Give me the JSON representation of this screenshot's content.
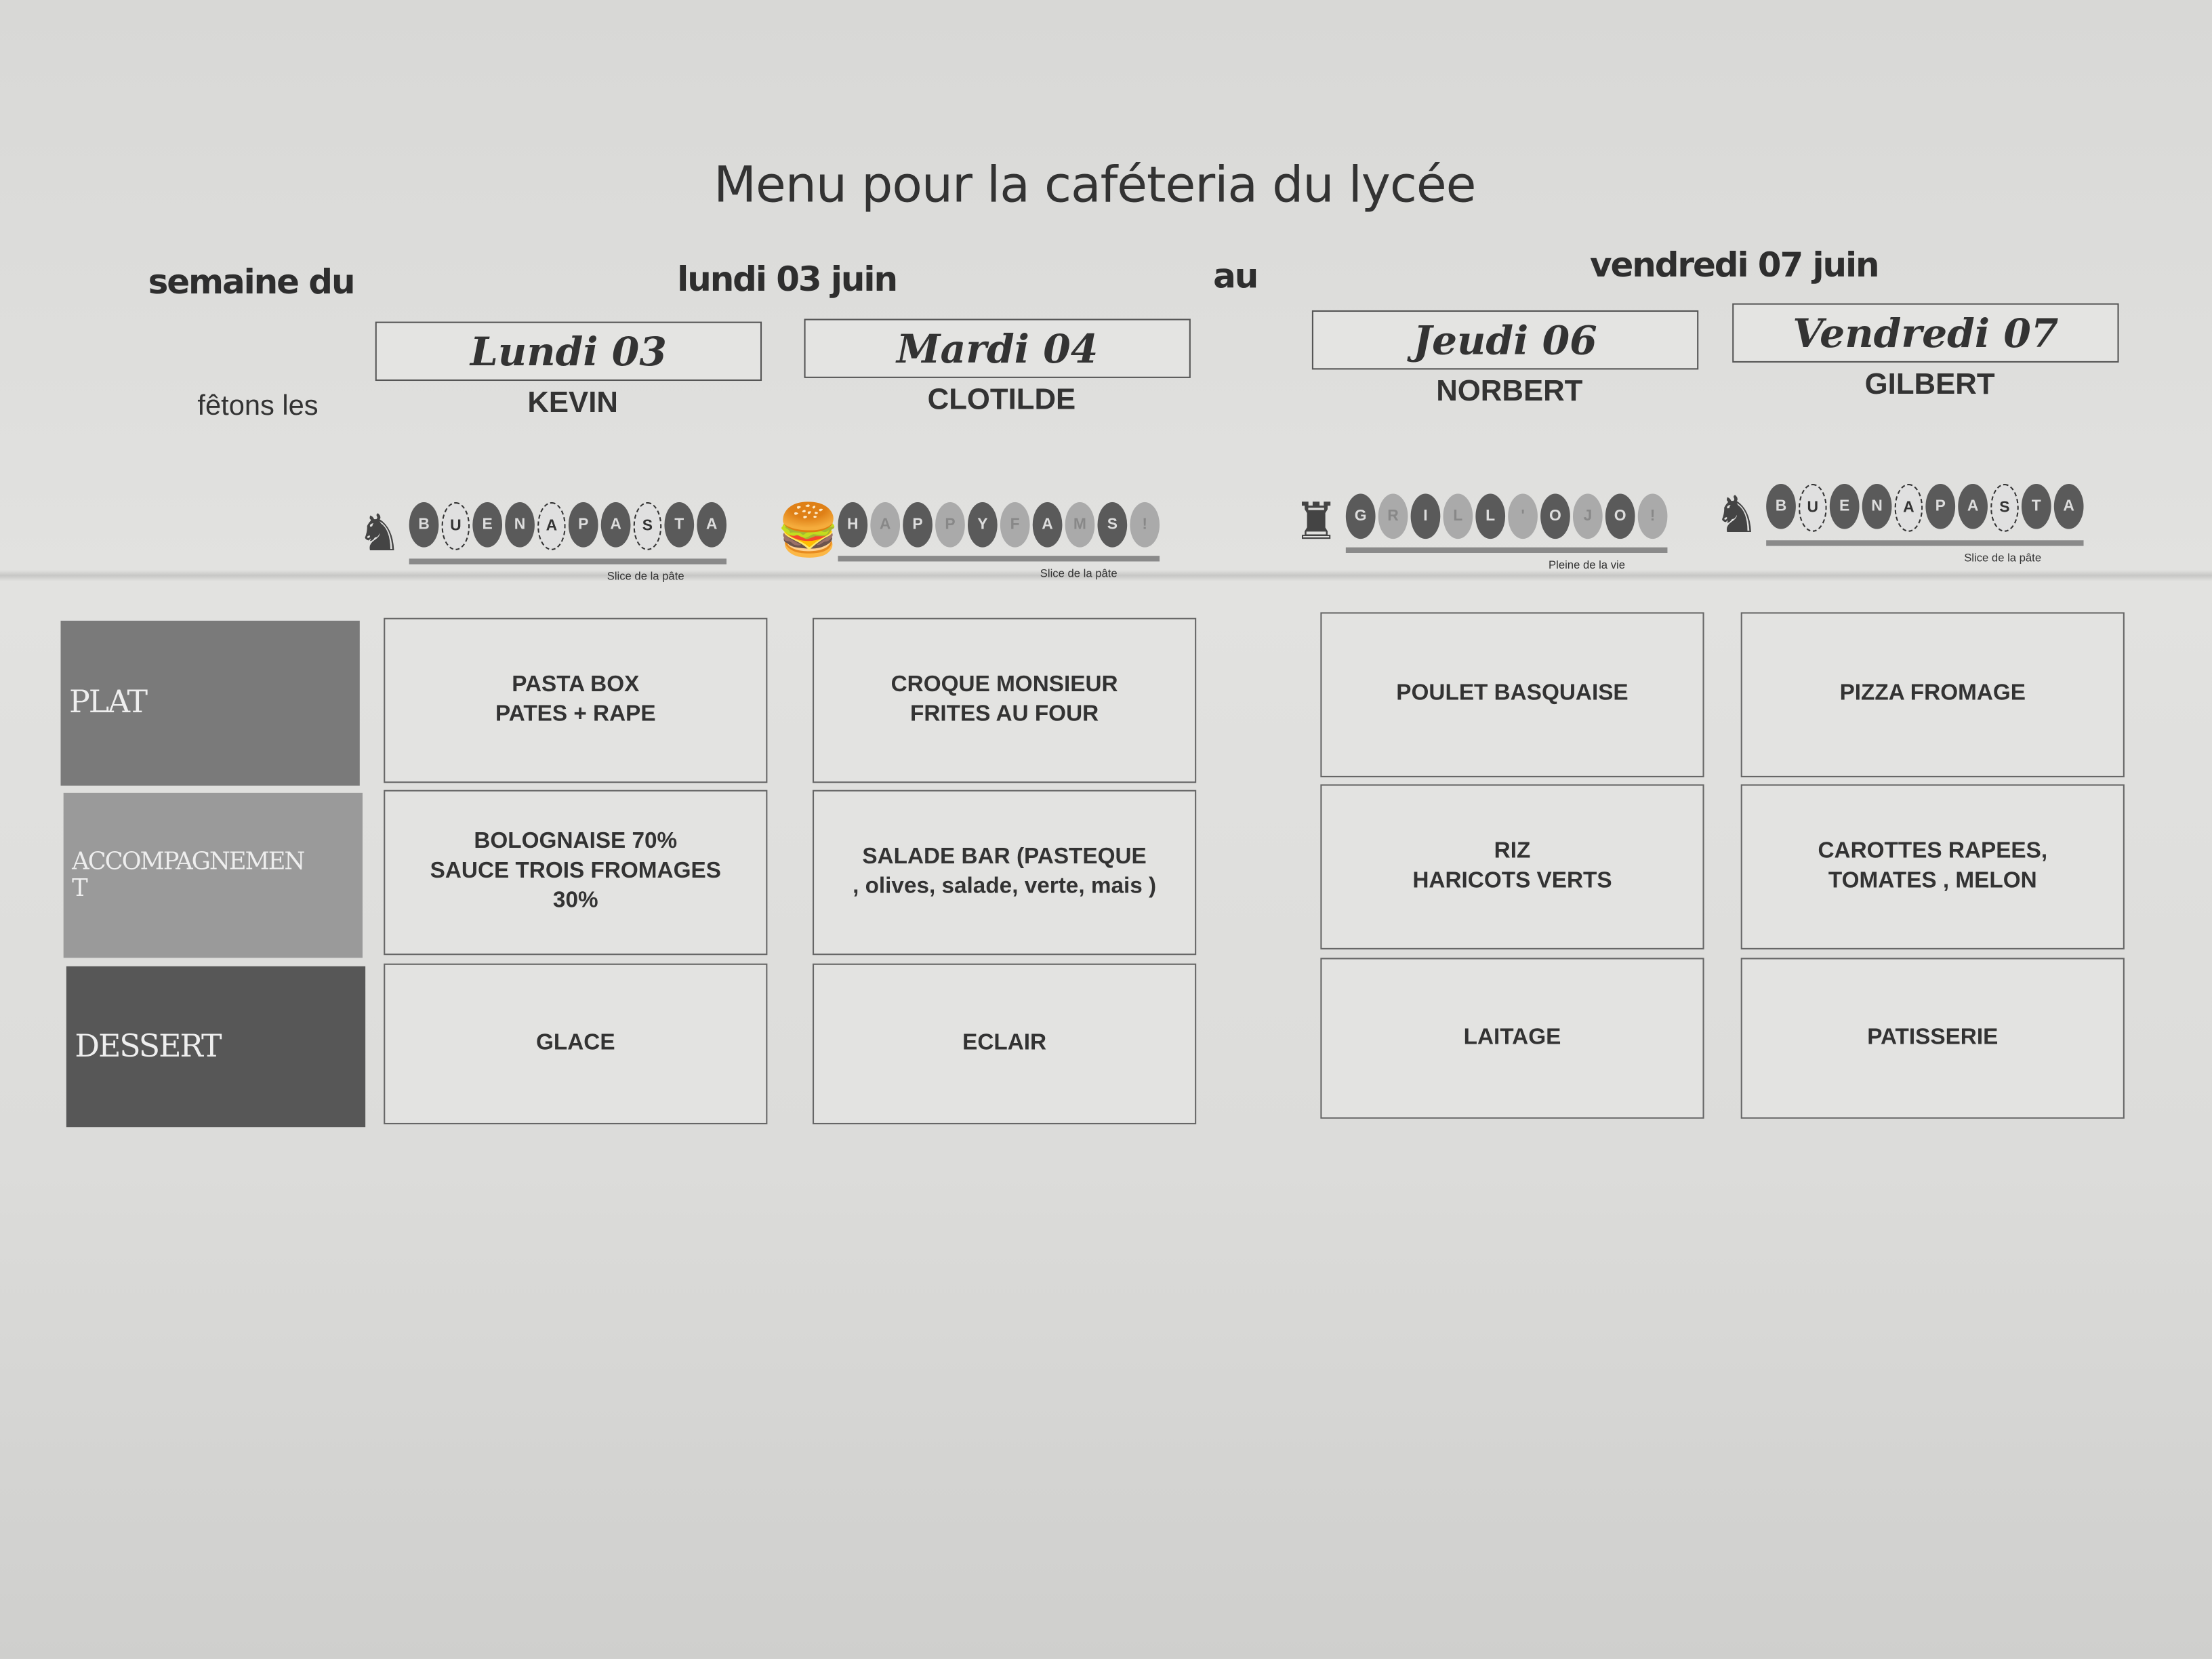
{
  "title": "Menu pour la caféteria du lycée",
  "header": {
    "week_label": "semaine du",
    "start": "lundi 03 juin",
    "to_label": "au",
    "end": "vendredi 07 juin",
    "celebrate_label": "fêtons les"
  },
  "days": [
    {
      "label": "Lundi 03",
      "saint": "KEVIN",
      "logo": {
        "icon": "chef-icon",
        "letters": [
          "B",
          "U",
          "E",
          "N",
          "A",
          "P",
          "A",
          "S",
          "T",
          "A"
        ],
        "tagline": "Slice de la pâte"
      },
      "plat": "PASTA BOX\nPATES + RAPE",
      "accompagnement": "BOLOGNAISE 70%\nSAUCE TROIS FROMAGES\n30%",
      "dessert": "GLACE"
    },
    {
      "label": "Mardi 04",
      "saint": "CLOTILDE",
      "logo": {
        "icon": "burger-icon",
        "letters": [
          "H",
          "A",
          "P",
          "P",
          "Y",
          "F",
          "A",
          "M",
          "S",
          "!"
        ],
        "tagline": "Slice de la pâte"
      },
      "plat": "CROQUE MONSIEUR\nFRITES AU FOUR",
      "accompagnement": "SALADE BAR      (PASTEQUE\n, olives, salade, verte, mais )",
      "dessert": "ECLAIR"
    },
    {
      "label": "Jeudi 06",
      "saint": "NORBERT",
      "logo": {
        "icon": "grill-icon",
        "letters": [
          "G",
          "R",
          "I",
          "L",
          "L",
          "'",
          "O",
          "J",
          "O",
          "!"
        ],
        "tagline": "Pleine de la vie"
      },
      "plat": "POULET BASQUAISE",
      "accompagnement": "RIZ\nHARICOTS VERTS",
      "dessert": "LAITAGE"
    },
    {
      "label": "Vendredi 07",
      "saint": "GILBERT",
      "logo": {
        "icon": "chef-icon",
        "letters": [
          "B",
          "U",
          "E",
          "N",
          "A",
          "P",
          "A",
          "S",
          "T",
          "A"
        ],
        "tagline": "Slice de la pâte"
      },
      "plat": "PIZZA FROMAGE",
      "accompagnement": "CAROTTES RAPEES,\nTOMATES , MELON",
      "dessert": "PATISSERIE"
    }
  ],
  "rows": [
    {
      "label": "PLAT",
      "color": "#7a7a7a"
    },
    {
      "label": "ACCOMPAGNEMEN\nT",
      "color": "#9a9a9a"
    },
    {
      "label": "DESSERT",
      "color": "#575757"
    }
  ]
}
